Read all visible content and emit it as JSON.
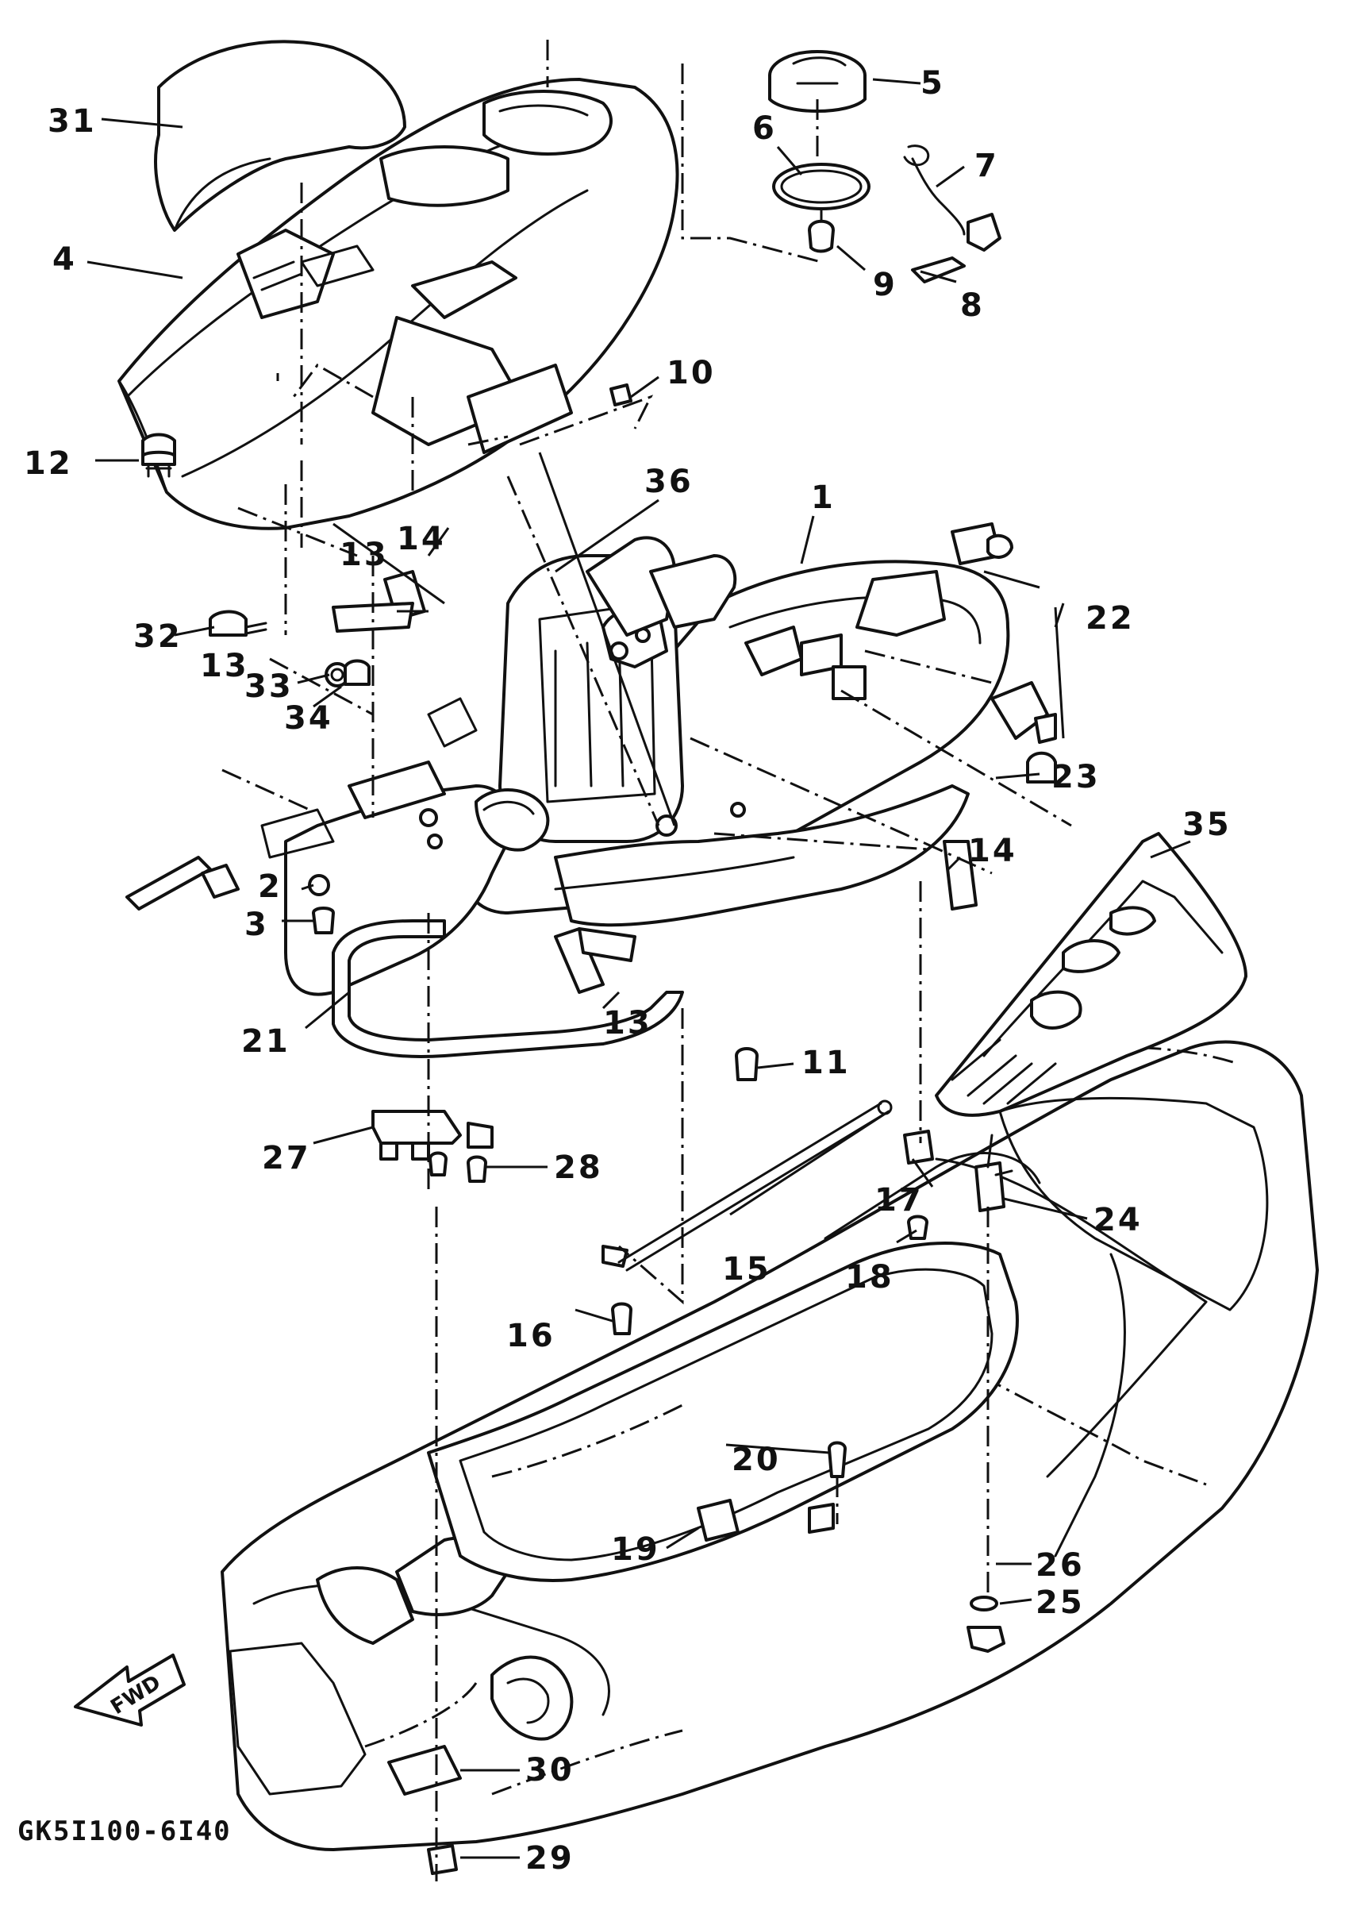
{
  "diagram": {
    "code": "GK5I100-6I40",
    "fwd_label": "FWD",
    "callouts": {
      "c1": "1",
      "c2": "2",
      "c3": "3",
      "c4": "4",
      "c5": "5",
      "c6": "6",
      "c7": "7",
      "c8": "8",
      "c9": "9",
      "c10": "10",
      "c11": "11",
      "c12": "12",
      "c13a": "13",
      "c13b": "13",
      "c13c": "13",
      "c14a": "14",
      "c14b": "14",
      "c15": "15",
      "c16": "16",
      "c17": "17",
      "c18": "18",
      "c19": "19",
      "c20": "20",
      "c21": "21",
      "c22": "22",
      "c23": "23",
      "c24": "24",
      "c25": "25",
      "c26": "26",
      "c27": "27",
      "c28": "28",
      "c29": "29",
      "c30": "30",
      "c31": "31",
      "c32": "32",
      "c33": "33",
      "c34": "34",
      "c35": "35",
      "c36": "36"
    }
  }
}
